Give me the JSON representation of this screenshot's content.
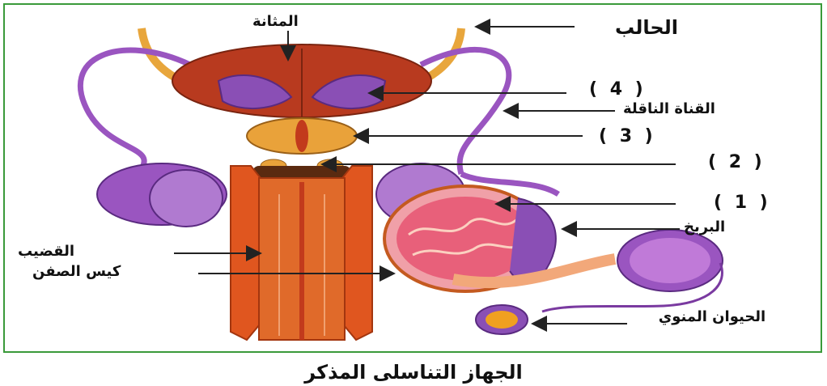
{
  "labels": {
    "ureter": "الحالب",
    "bladder": "المثانة",
    "vas_deferens": "القناة الناقلة",
    "epididymis": "البربخ",
    "penis": "القضيب",
    "scrotum": "كيس الصفن",
    "sperm": "الحيوان المنوي"
  },
  "numbers": {
    "n1": "( 1 )",
    "n2": "( 2 )",
    "n3": "( 3 )",
    "n4": "( 4 )"
  },
  "caption": "الجهاز التناسلى المذكر",
  "colors": {
    "bladder": "#b83a1f",
    "ureter": "#e8a63c",
    "vas": "#9a55c0",
    "seminal": "#8a4fb5",
    "prostate": "#e9a23a",
    "penis": "#e0561f",
    "testis": "#e8607a",
    "border": "#3a9a3a"
  }
}
